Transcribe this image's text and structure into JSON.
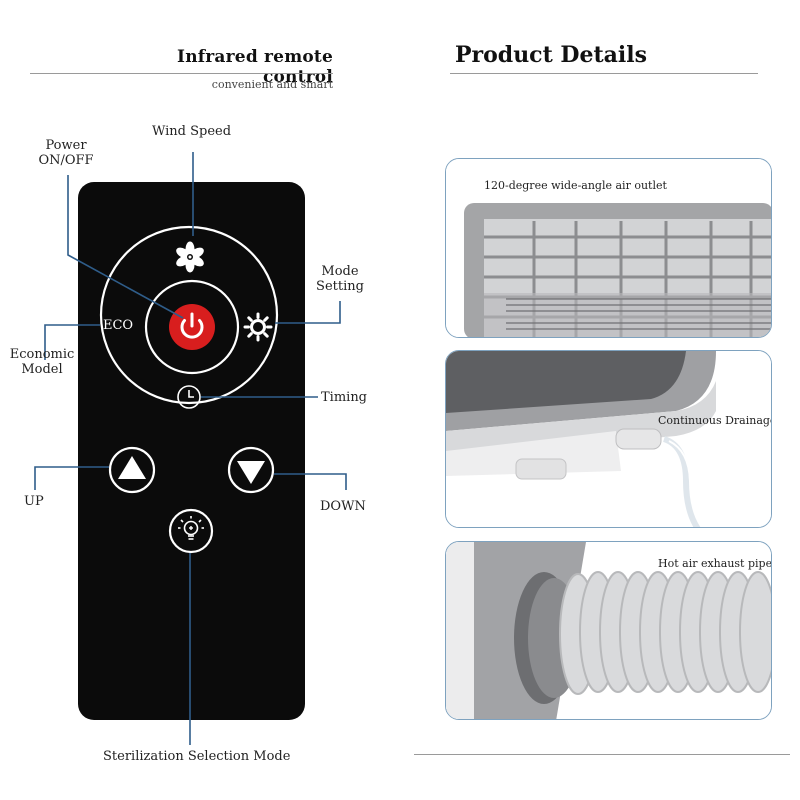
{
  "header_left": {
    "title": "Infrared remote control",
    "subtitle": "convenient and smart"
  },
  "header_right": {
    "title": "Product Details"
  },
  "remote": {
    "labels": {
      "wind_speed": "Wind Speed",
      "power_line1": "Power",
      "power_line2": "ON/OFF",
      "mode_line1": "Mode",
      "mode_line2": "Setting",
      "eco_button": "ECO",
      "economic_line1": "Economic",
      "economic_line2": "Model",
      "timing": "Timing",
      "up": "UP",
      "down": "DOWN",
      "sterilization": "Sterilization Selection Mode"
    },
    "icons": [
      "fan-icon",
      "power-icon",
      "sun-icon",
      "clock-icon",
      "up-arrow-icon",
      "down-arrow-icon",
      "bulb-icon"
    ],
    "colors": {
      "body": "#0b0b0b",
      "power": "#d81e1e",
      "callout_line": "#2f5d8a"
    }
  },
  "details": [
    {
      "caption": "120-degree wide-angle air outlet"
    },
    {
      "caption": "Continuous Drainage"
    },
    {
      "caption": "Hot air exhaust pipe"
    }
  ],
  "colors": {
    "panel_border": "#7ea2bf"
  }
}
